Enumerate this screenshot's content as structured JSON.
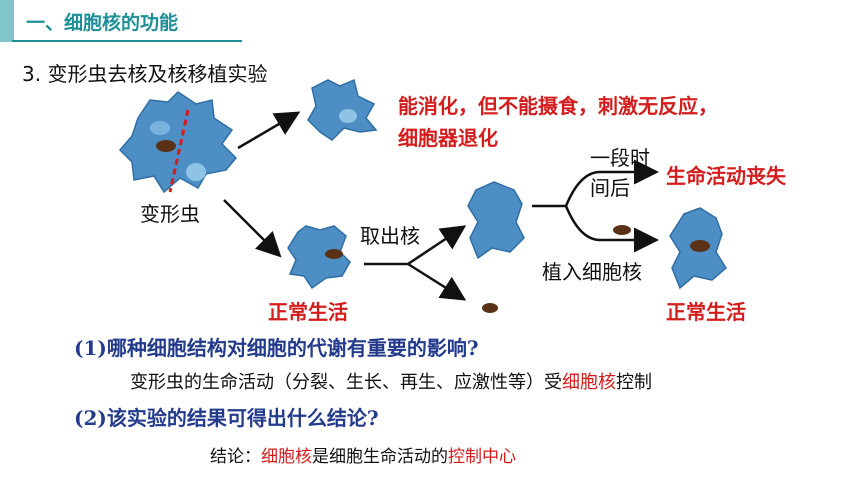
{
  "header": {
    "section_title": "一、细胞核的功能"
  },
  "experiment": {
    "title": "3. 变形虫去核及核移植实验",
    "amoeba_label": "变形虫",
    "result_top_line1": "能消化，但不能摄食，刺激无反应，",
    "result_top_line2": "细胞器退化",
    "remove_nucleus_label": "取出核",
    "normal_life_left": "正常生活",
    "time_label_line1": "一段时",
    "time_label_line2": "间后",
    "life_stops": "生命活动丧失",
    "implant_nucleus_label": "植入细胞核",
    "normal_life_right": "正常生活"
  },
  "questions": {
    "q1": "(1)哪种细胞结构对细胞的代谢有重要的影响?",
    "a1_pre": "变形虫的生命活动（分裂、生长、再生、应激性等）受",
    "a1_highlight": "细胞核",
    "a1_post": "控制",
    "q2": "(2)该实验的结果可得出什么结论?",
    "a2_pre": "结论：",
    "a2_h1": "细胞核",
    "a2_mid": "是细胞生命活动的",
    "a2_h2": "控制中心"
  },
  "colors": {
    "accent": "#1e8f96",
    "red": "#d41c1c",
    "navy": "#243b8c",
    "cell_fill": "#4d8fc4",
    "nucleus": "#5a3218"
  }
}
